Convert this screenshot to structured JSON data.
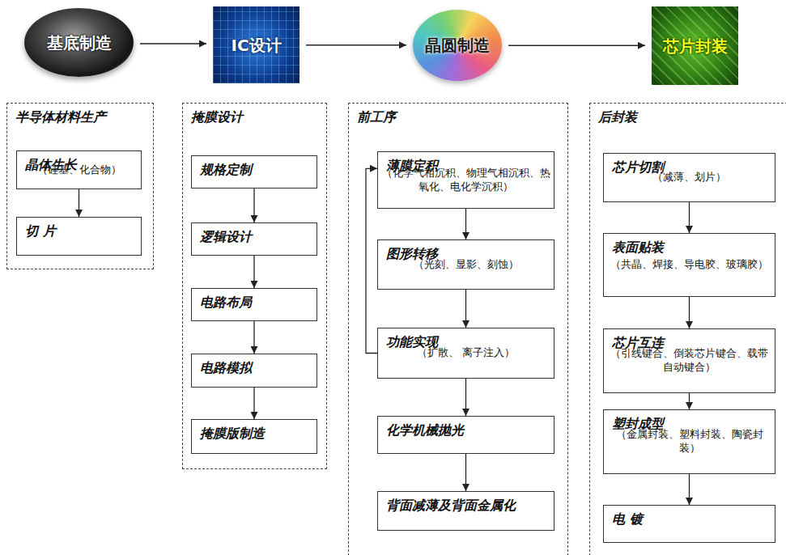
{
  "diagram": {
    "nodes": [
      {
        "text": [
          "基底制造"
        ]
      },
      {
        "text": [
          "IC设计"
        ]
      },
      {
        "text": [
          "晶圆制造"
        ]
      },
      {
        "text": [
          "芯片封装"
        ]
      },
      {
        "text": [
          "半导体材料生产"
        ]
      },
      {
        "text": [
          "晶体生长",
          "（硅基、化合物）"
        ],
        "in": 4
      },
      {
        "text": [
          "切   片"
        ],
        "in": 4
      },
      {
        "text": [
          "掩膜设计"
        ]
      },
      {
        "text": [
          "规格定制"
        ],
        "in": 7
      },
      {
        "text": [
          "逻辑设计"
        ],
        "in": 7
      },
      {
        "text": [
          "电路布局"
        ],
        "in": 7
      },
      {
        "text": [
          "电路模拟"
        ],
        "in": 7
      },
      {
        "text": [
          "掩膜版制造"
        ],
        "in": 7
      },
      {
        "text": [
          "前工序"
        ]
      },
      {
        "text": [
          "薄膜定积",
          "（化学气相沉积、物理气相沉积、热氧化、电化学沉积）"
        ],
        "in": 13
      },
      {
        "text": [
          "图形转移",
          "（光刻、显影、刻蚀）"
        ],
        "in": 13
      },
      {
        "text": [
          "功能实现",
          "（扩散、 离子注入）"
        ],
        "in": 13
      },
      {
        "text": [
          "化学机械抛光"
        ],
        "in": 13
      },
      {
        "text": [
          "背面减薄及背面金属化"
        ],
        "in": 13
      },
      {
        "text": [
          "后封装"
        ]
      },
      {
        "text": [
          "芯片切割",
          "（减薄、划片）"
        ],
        "in": 19
      },
      {
        "text": [
          "表面贴装",
          "（共晶、焊接、导电胶、玻璃胶）"
        ],
        "in": 19
      },
      {
        "text": [
          "芯片互连",
          "（引线键合、倒装芯片键合、载带自动键合）"
        ],
        "in": 19
      },
      {
        "text": [
          "塑封成型",
          "（金属封装、塑料封装、陶瓷封装）"
        ],
        "in": 19
      },
      {
        "text": [
          "电   镀"
        ],
        "in": 19
      }
    ],
    "edges": [
      {
        "from": 0,
        "to": 1,
        "arrow": "to"
      },
      {
        "from": 1,
        "to": 2,
        "arrow": "to"
      },
      {
        "from": 2,
        "to": 3,
        "arrow": "to"
      },
      {
        "from": 5,
        "to": 6,
        "arrow": "to"
      },
      {
        "from": 8,
        "to": 9,
        "arrow": "to"
      },
      {
        "from": 9,
        "to": 10,
        "arrow": "to"
      },
      {
        "from": 10,
        "to": 11,
        "arrow": "to"
      },
      {
        "from": 11,
        "to": 12,
        "arrow": "to"
      },
      {
        "from": 14,
        "to": 15,
        "arrow": "to"
      },
      {
        "from": 15,
        "to": 16,
        "arrow": "to"
      },
      {
        "from": 16,
        "to": 14,
        "arrow": "to"
      },
      {
        "from": 16,
        "to": 17,
        "arrow": "to"
      },
      {
        "from": 17,
        "to": 18,
        "arrow": "to"
      },
      {
        "from": 20,
        "to": 21,
        "arrow": "to"
      },
      {
        "from": 21,
        "to": 22,
        "arrow": "to"
      },
      {
        "from": 22,
        "to": 23,
        "arrow": "to"
      },
      {
        "from": 23,
        "to": 24,
        "arrow": "to"
      }
    ]
  }
}
